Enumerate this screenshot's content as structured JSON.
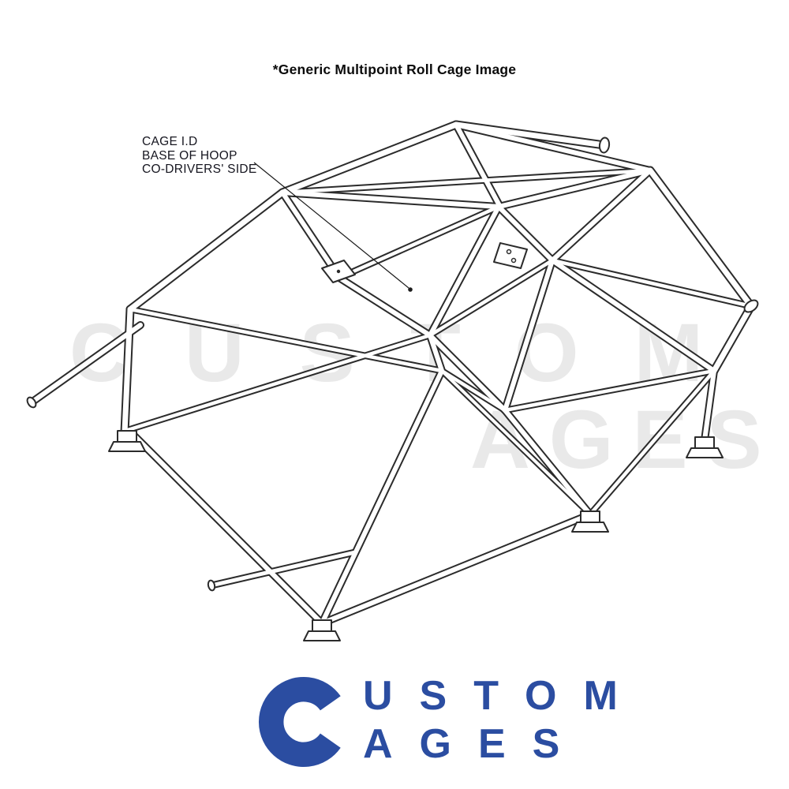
{
  "caption": "*Generic Multipoint Roll Cage Image",
  "annotation": {
    "line1": "CAGE I.D",
    "line2": "BASE OF HOOP",
    "line3": "CO-DRIVERS' SIDE"
  },
  "watermark": {
    "line1": "CUSTOM",
    "line2": "AGES"
  },
  "logo": {
    "text_line1": "USTOM",
    "text_line2": "AGES"
  },
  "colors": {
    "logo_blue": "#2b4da1",
    "watermark_gray": "#e9e9e9",
    "line_dark": "#2b2b2b"
  }
}
